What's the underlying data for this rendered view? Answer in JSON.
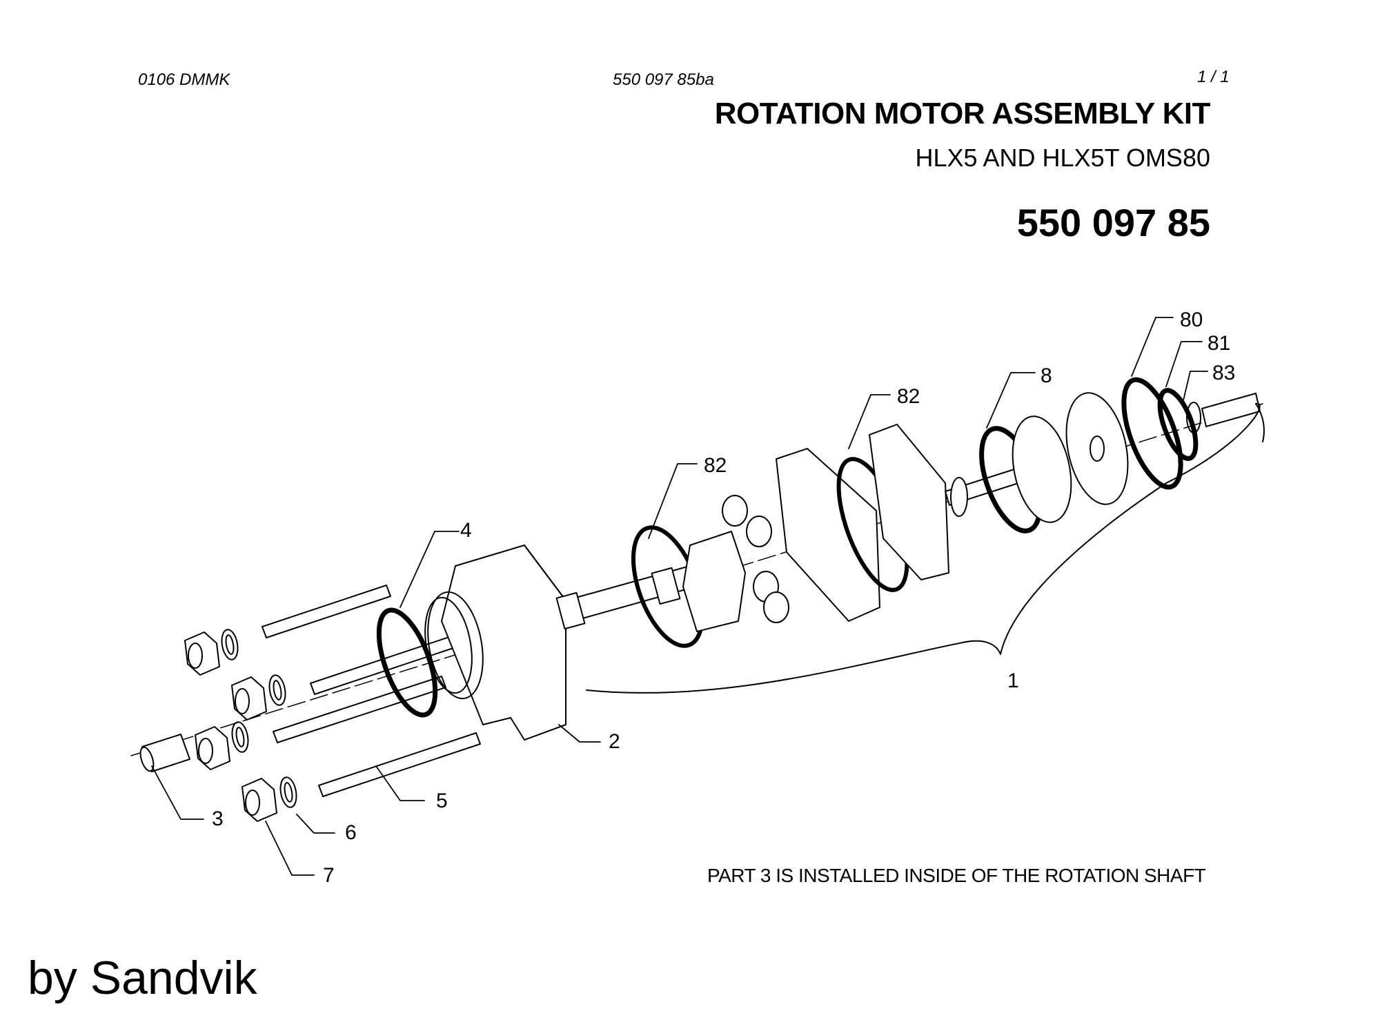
{
  "header": {
    "doc_code": "0106 DMMK",
    "drawing_ref": "550 097 85ba",
    "page_indicator": "1 /  1"
  },
  "title_block": {
    "title": "ROTATION MOTOR ASSEMBLY KIT",
    "subtitle": "HLX5 AND HLX5T OMS80",
    "part_number": "550 097 85"
  },
  "callouts": [
    {
      "id": "c80",
      "label": "80",
      "part": "o-ring-large"
    },
    {
      "id": "c81",
      "label": "81",
      "part": "o-ring-small"
    },
    {
      "id": "c83",
      "label": "83",
      "part": "check-valve"
    },
    {
      "id": "c8",
      "label": "8",
      "part": "seal-ring"
    },
    {
      "id": "c82a",
      "label": "82",
      "part": "o-ring-end-plate"
    },
    {
      "id": "c82b",
      "label": "82",
      "part": "o-ring-gerotor"
    },
    {
      "id": "c4",
      "label": "4",
      "part": "o-ring-housing"
    },
    {
      "id": "c2",
      "label": "2",
      "part": "housing"
    },
    {
      "id": "c1",
      "label": "1",
      "part": "rotation-motor-assembly"
    },
    {
      "id": "c5",
      "label": "5",
      "part": "bolt"
    },
    {
      "id": "c3",
      "label": "3",
      "part": "pin"
    },
    {
      "id": "c6",
      "label": "6",
      "part": "washer"
    },
    {
      "id": "c7",
      "label": "7",
      "part": "nut"
    }
  ],
  "note": "PART 3 IS INSTALLED INSIDE OF THE ROTATION SHAFT",
  "brand_line": "by Sandvik"
}
